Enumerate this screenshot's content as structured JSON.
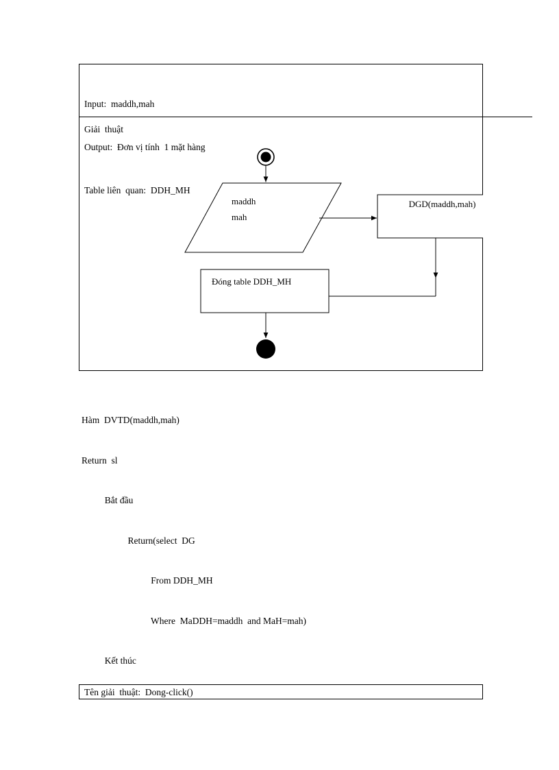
{
  "document": {
    "spec_header": {
      "input_line": "Input:  maddh,mah",
      "output_line": "Output:  Đơn vị tính  1 mặt hàng",
      "table_line": "Table liên  quan:  DDH_MH"
    },
    "algorithm_label": "Giải  thuật",
    "flowchart": {
      "start_node": "start-node",
      "end_node": "end-node",
      "input_shape_lines": [
        "maddh",
        "mah"
      ],
      "process_dgd": "DGD(maddh,mah)",
      "process_close_table": "Đóng table  DDH_MH"
    },
    "pseudocode": [
      "Hàm  DVTD(maddh,mah)",
      "Return  sl",
      "          Bắt đầu",
      "                    Return(select  DG",
      "                              From DDH_MH",
      "                              Where  MaDDH=maddh  and MaH=mah)",
      "          Kết thúc"
    ],
    "footer": {
      "label": "Tên giải  thuật:  Dong-click()"
    },
    "colors": {
      "ink": "#000000",
      "paper": "#ffffff"
    }
  }
}
